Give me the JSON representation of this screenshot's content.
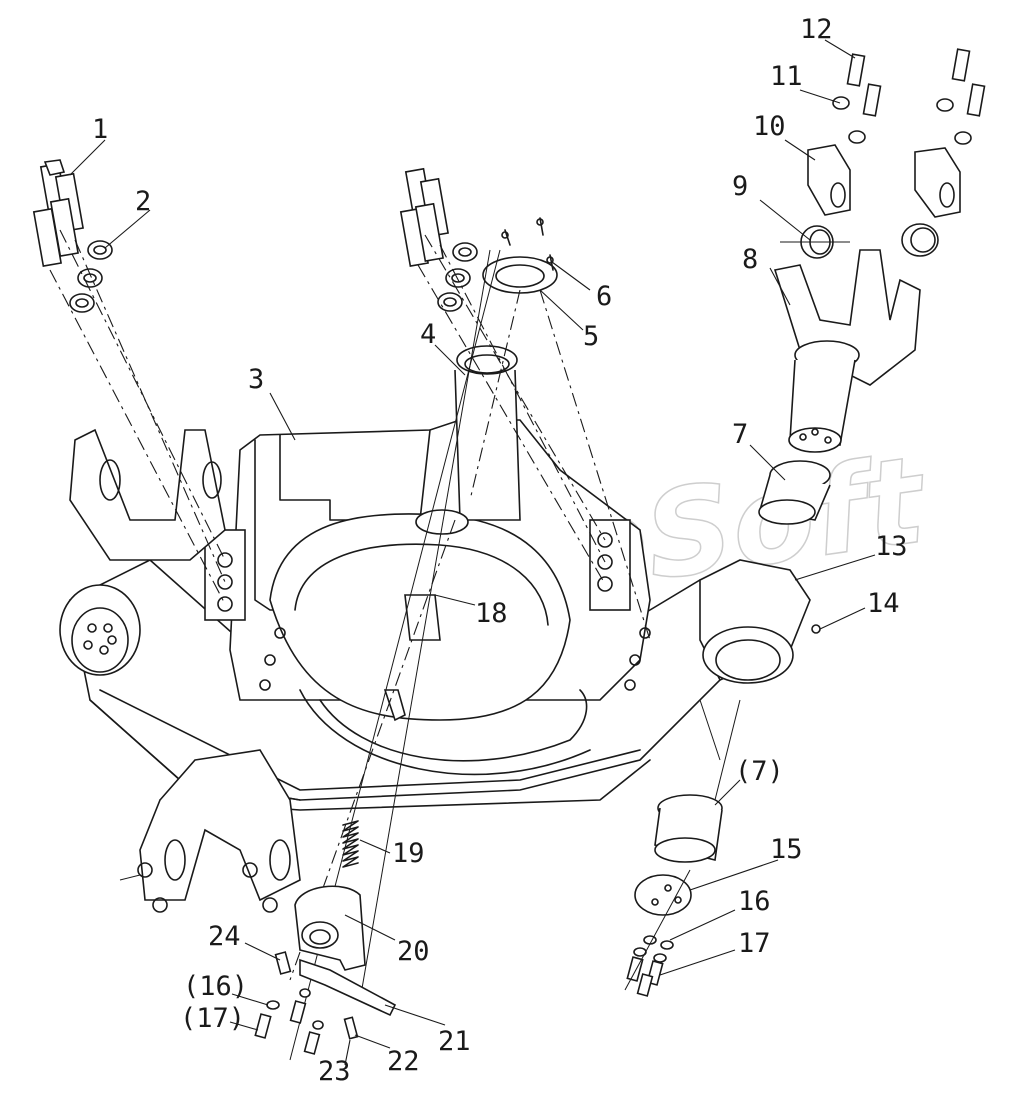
{
  "watermark": "AutoSoft",
  "callouts": {
    "c1": "1",
    "c2": "2",
    "c3": "3",
    "c4": "4",
    "c5": "5",
    "c6": "6",
    "c7": "7",
    "c7b": "(7)",
    "c8": "8",
    "c9": "9",
    "c10": "10",
    "c11": "11",
    "c12": "12",
    "c13": "13",
    "c14": "14",
    "c15": "15",
    "c16": "16",
    "c16b": "(16)",
    "c17": "17",
    "c17b": "(17)",
    "c18": "18",
    "c19": "19",
    "c20": "20",
    "c21": "21",
    "c22": "22",
    "c23": "23",
    "c24": "24"
  }
}
